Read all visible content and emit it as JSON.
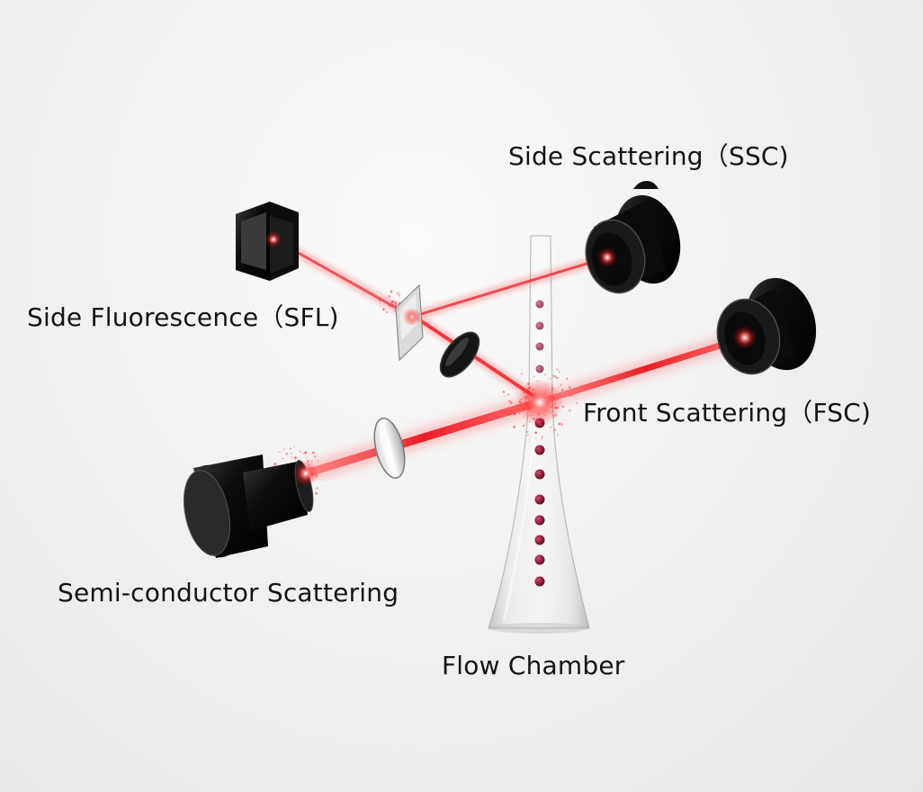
{
  "labels": {
    "side_scattering": "Side Scattering（SSC)",
    "side_fluorescence": "Side Fluorescence（SFL)",
    "front_scattering": "Front Scattering（FSC)",
    "semiconductor_scattering": "Semi-conductor Scattering",
    "flow_chamber": "Flow Chamber"
  },
  "colors": {
    "laser": "#e8141e",
    "laser_glow": "#ff3a3a",
    "cell": "#8e1e3c",
    "detector_body": "#111111",
    "background": "#efefef"
  },
  "cells_count_visible": 12
}
